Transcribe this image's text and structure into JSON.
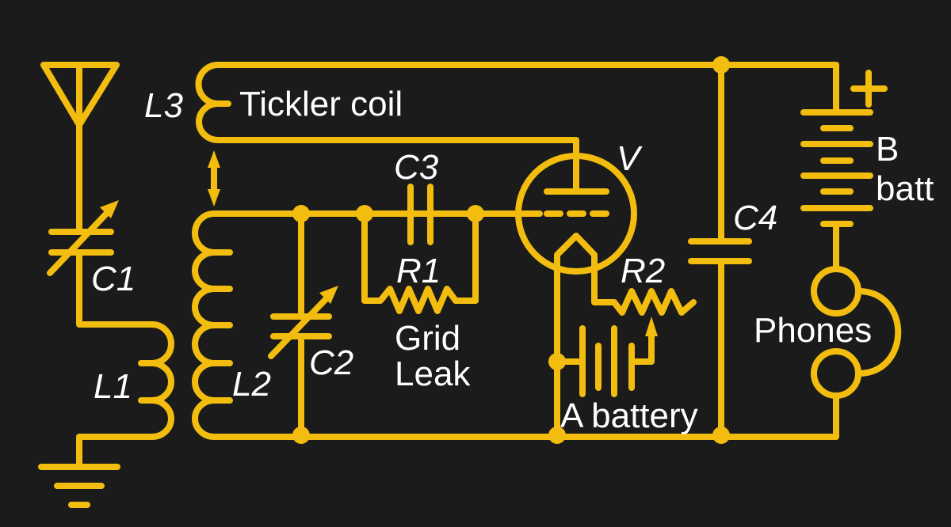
{
  "diagram": {
    "colors": {
      "background": "#1b1b1b",
      "wire": "#f2bd0f",
      "text": "#ffffff"
    },
    "labels": {
      "l3": "L3",
      "tickler": "Tickler coil",
      "c1": "C1",
      "l1": "L1",
      "l2": "L2",
      "c2": "C2",
      "c3": "C3",
      "r1": "R1",
      "grid_leak_1": "Grid",
      "grid_leak_2": "Leak",
      "v": "V",
      "r2": "R2",
      "a_battery": "A battery",
      "c4": "C4",
      "b_batt_1": "B",
      "b_batt_2": "batt",
      "plus": "+",
      "phones": "Phones"
    }
  }
}
